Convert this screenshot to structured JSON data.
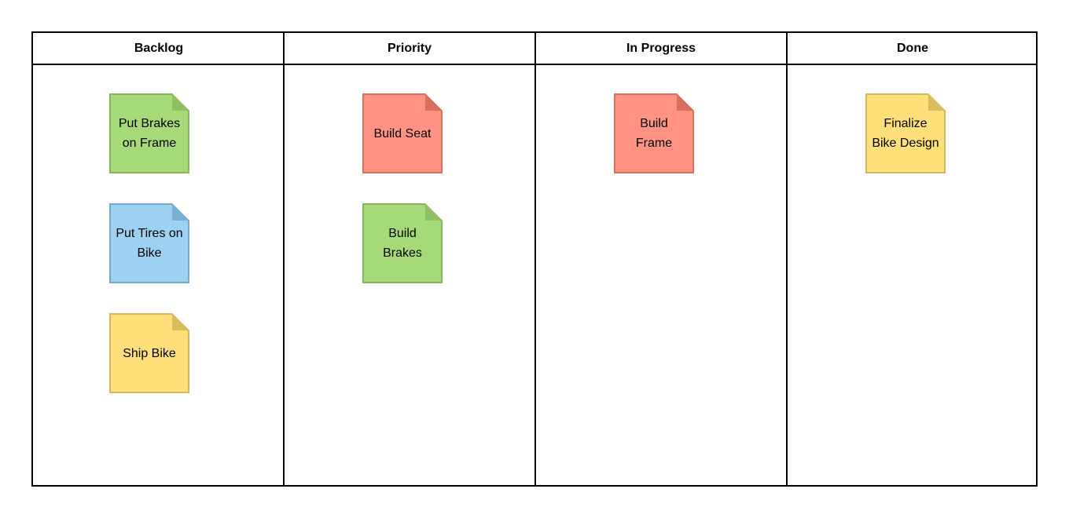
{
  "colors": {
    "green": {
      "fill": "#a6d977",
      "border": "#82b85a",
      "fold": "#8fbf63"
    },
    "blue": {
      "fill": "#9dd1f2",
      "border": "#74a9cf",
      "fold": "#7aaed3"
    },
    "yellow": {
      "fill": "#ffdf79",
      "border": "#d6b656",
      "fold": "#d9bd5c"
    },
    "red": {
      "fill": "#ff9282",
      "border": "#d9705f",
      "fold": "#d9705f"
    }
  },
  "columns": [
    {
      "title": "Backlog",
      "cards": [
        {
          "text": "Put Brakes on Frame",
          "color": "green"
        },
        {
          "text": "Put Tires on Bike",
          "color": "blue"
        },
        {
          "text": "Ship Bike",
          "color": "yellow"
        }
      ]
    },
    {
      "title": "Priority",
      "cards": [
        {
          "text": "Build Seat",
          "color": "red"
        },
        {
          "text": "Build Brakes",
          "color": "green"
        }
      ]
    },
    {
      "title": "In Progress",
      "cards": [
        {
          "text": "Build Frame",
          "color": "red"
        }
      ]
    },
    {
      "title": "Done",
      "cards": [
        {
          "text": "Finalize Bike Design",
          "color": "yellow"
        }
      ]
    }
  ]
}
